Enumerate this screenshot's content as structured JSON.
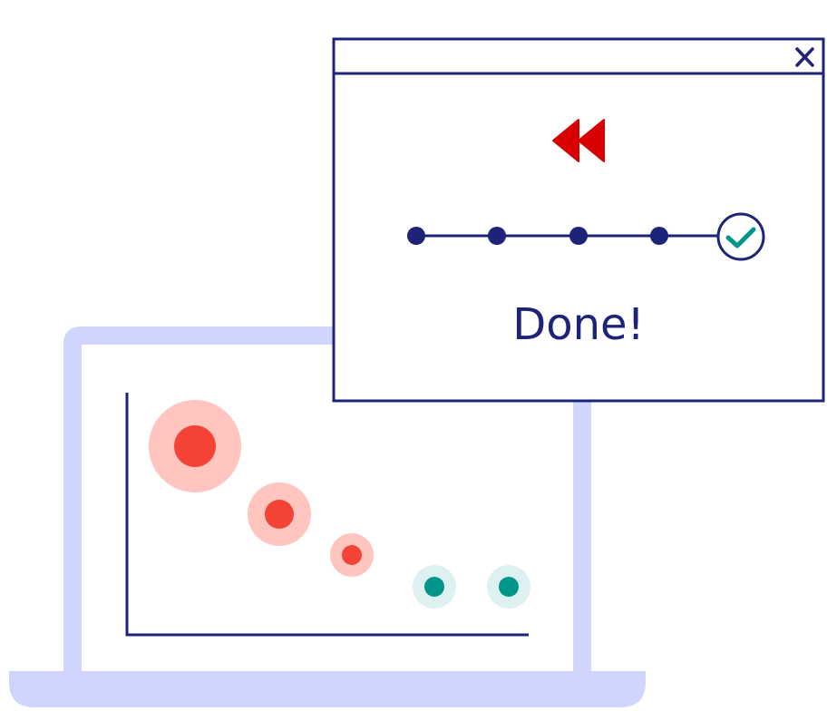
{
  "colors": {
    "laptop_frame": "#D0D5FD",
    "ink": "#1E237A",
    "accent_red": "#D80000",
    "bubble_red": "#F44336",
    "bubble_red_halo": "#FFC5BE",
    "bubble_teal": "#00968A",
    "bubble_teal_halo": "#DDF1F0",
    "background": "#FFFFFF"
  },
  "dialog": {
    "close_icon": "close-icon",
    "rewind_icon": "rewind-icon",
    "status_text": "Done!",
    "progress": {
      "total_steps": 5,
      "completed_steps": 5,
      "final_step_icon": "checkmark-icon"
    }
  },
  "laptop": {
    "screen_chart": {
      "bubbles": [
        {
          "kind": "red",
          "size": "large"
        },
        {
          "kind": "red",
          "size": "medium"
        },
        {
          "kind": "red",
          "size": "small"
        },
        {
          "kind": "teal",
          "size": "small"
        },
        {
          "kind": "teal",
          "size": "small"
        }
      ]
    }
  }
}
